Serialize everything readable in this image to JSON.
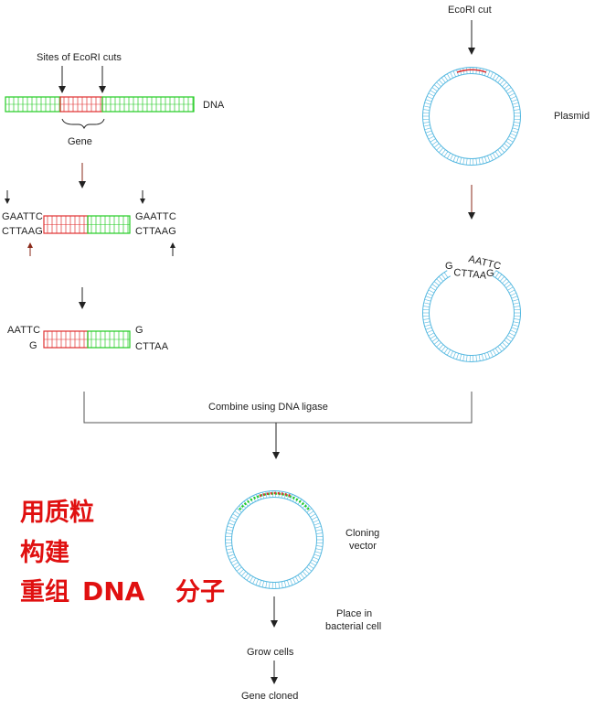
{
  "labels": {
    "ecori_cut": "EcoRI cut",
    "sites_of_cuts": "Sites of EcoRI cuts",
    "dna": "DNA",
    "gene": "Gene",
    "plasmid": "Plasmid",
    "combine": "Combine using DNA ligase",
    "cloning_vector_1": "Cloning",
    "cloning_vector_2": "vector",
    "place_in_1": "Place in",
    "place_in_2": "bacterial cell",
    "grow_cells": "Grow cells",
    "gene_cloned": "Gene cloned"
  },
  "sequences": {
    "left_top": "GAATTC",
    "left_bottom": "CTTAAG",
    "right_top": "GAATTC",
    "right_bottom": "CTTAAG",
    "sticky_left_top": "AATTC",
    "sticky_left_bottom": "G",
    "sticky_right_top": "G",
    "sticky_right_bottom": "CTTAA",
    "plasmid_top": "AATTC",
    "plasmid_bottom": "CTTAA",
    "plasmid_g_left": "G",
    "plasmid_g_right": "G"
  },
  "caption": {
    "line1": "用质粒",
    "line2": "构建",
    "line3_prefix": "重组",
    "line3_dna": "DNA",
    "line3_suffix": "分子"
  },
  "colors": {
    "gene": "#e03030",
    "dna": "#22cc22",
    "plasmid": "#55b8e0",
    "caption": "#e01010"
  }
}
